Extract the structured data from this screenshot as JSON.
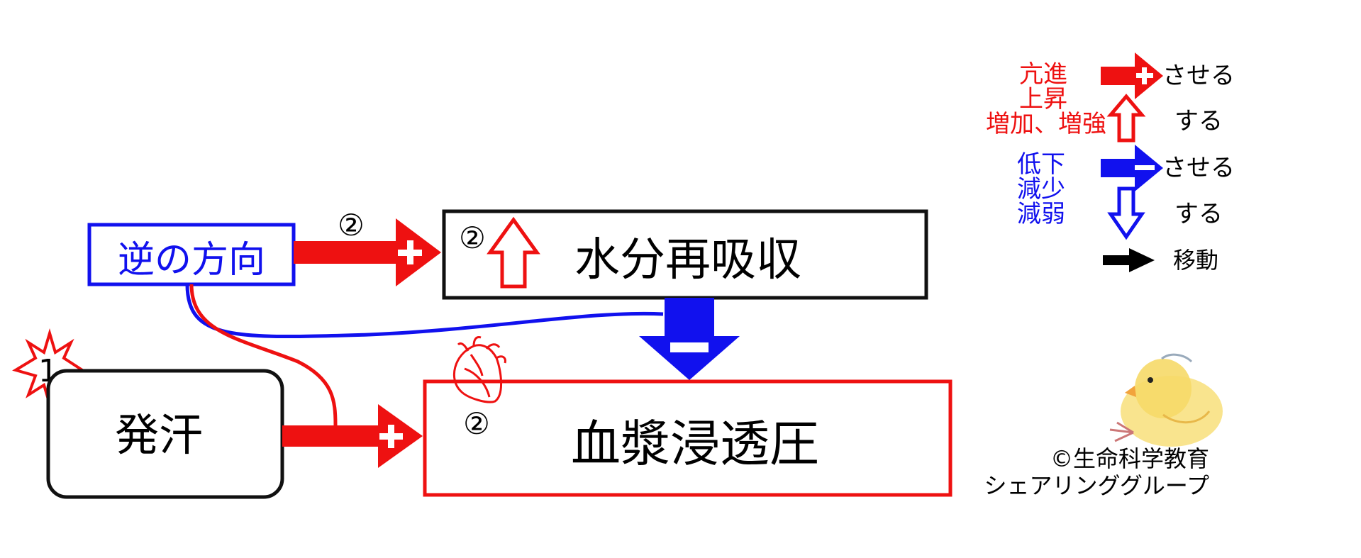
{
  "colors": {
    "increase": "#ee1111",
    "decrease": "#1111ee",
    "neutral": "#000000",
    "box_border": "#111111"
  },
  "trigger": {
    "badge": "1",
    "label": "発汗"
  },
  "nodes": {
    "reverse": "逆の方向",
    "water_reabsorption": "水分再吸収",
    "plasma_osmotic_pressure": "血漿浸透圧"
  },
  "step_markers": {
    "reverse_to_water": "②",
    "water_box": "②",
    "plasma_box": "②"
  },
  "legend": {
    "increase_terms": [
      "亢進",
      "上昇",
      "増加、増強"
    ],
    "decrease_terms": [
      "低下",
      "減少",
      "減弱"
    ],
    "plus_action": "させる",
    "up_action": "する",
    "minus_action": "させる",
    "down_action": "する",
    "move_label": "移動"
  },
  "credit": {
    "line1": "©生命科学教育",
    "line2": "シェアリンググループ"
  },
  "icons": {
    "heart": "heart-icon",
    "chick": "chick-mascot-icon",
    "burst": "starburst-icon"
  }
}
